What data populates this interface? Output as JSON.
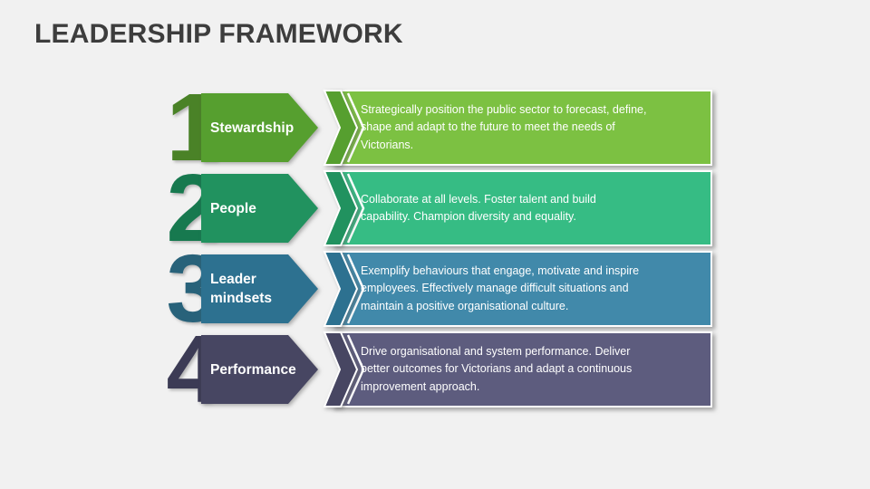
{
  "slide": {
    "title": "LEADERSHIP FRAMEWORK",
    "background_color": "#f1f1f1",
    "title_color": "#3d3d3d"
  },
  "steps": [
    {
      "number": "1",
      "label": "Stewardship",
      "description": "Strategically position the public sector to forecast, define,\nshape and adapt to the future to meet the needs of\nVictorians.",
      "colors": {
        "number": "#4a8227",
        "shape": "#569f2f",
        "box": "#7cc142"
      }
    },
    {
      "number": "2",
      "label": "People",
      "description": "Collaborate at all levels. Foster talent and build\ncapability. Champion diversity and equality.",
      "colors": {
        "number": "#17794f",
        "shape": "#21925f",
        "box": "#36bc84"
      }
    },
    {
      "number": "3",
      "label": "Leader\nmindsets",
      "description": "Exemplify behaviours that engage, motivate and inspire\nemployees. Effectively manage difficult situations and\nmaintain a positive organisational culture.",
      "colors": {
        "number": "#28627a",
        "shape": "#2d7190",
        "box": "#4189aa"
      }
    },
    {
      "number": "4",
      "label": "Performance",
      "description": "Drive organisational and system performance. Deliver\nbetter outcomes for Victorians and adapt a continuous\nimprovement approach.",
      "colors": {
        "number": "#3c3b55",
        "shape": "#474662",
        "box": "#5d5c7e"
      }
    }
  ]
}
